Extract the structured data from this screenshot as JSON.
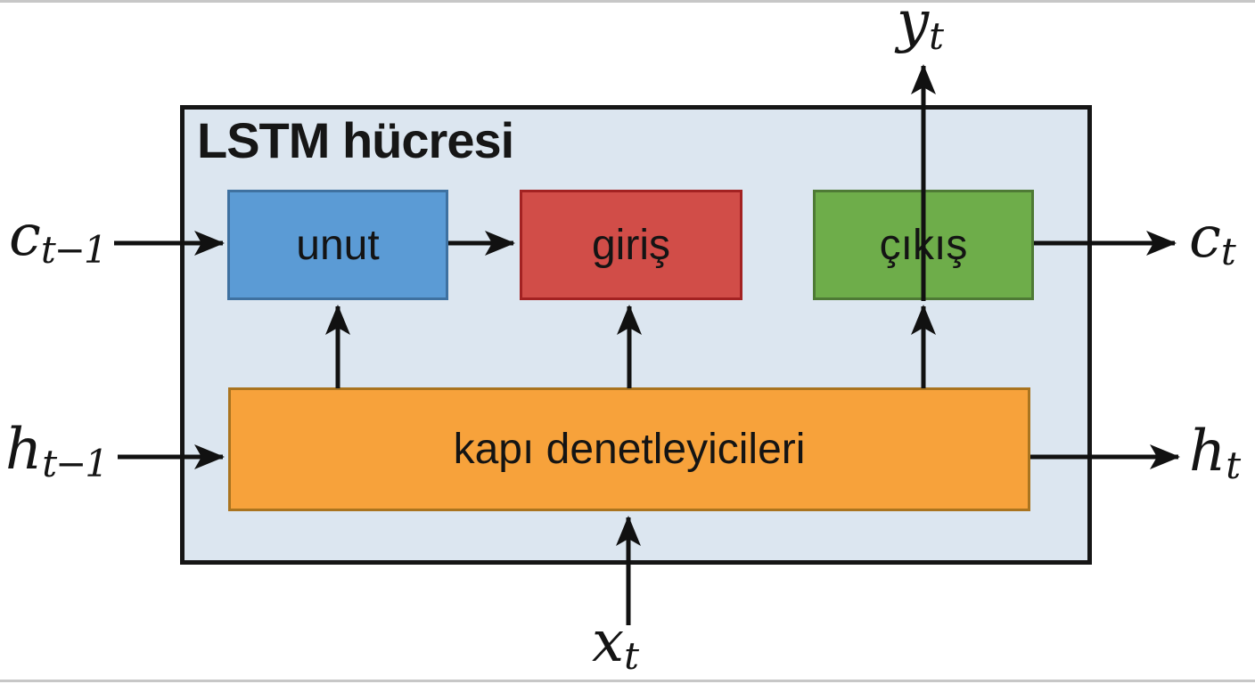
{
  "diagram": {
    "title": "LSTM hücresi",
    "nodes": {
      "forget": {
        "label": "unut",
        "fill": "#5b9bd5",
        "border": "#3f71a0"
      },
      "input": {
        "label": "giriş",
        "fill": "#d14d48",
        "border": "#a32222"
      },
      "output": {
        "label": "çıkış",
        "fill": "#6ead4a",
        "border": "#4e7a35"
      },
      "gate_controllers": {
        "label": "kapı denetleyicileri",
        "fill": "#f7a23b",
        "border": "#aa741f"
      }
    },
    "io": {
      "c_prev": {
        "base": "c",
        "sub": "t−1"
      },
      "h_prev": {
        "base": "h",
        "sub": "t−1"
      },
      "x_in": {
        "base": "x",
        "sub": "t"
      },
      "y_out": {
        "base": "y",
        "sub": "t"
      },
      "c_next": {
        "base": "c",
        "sub": "t"
      },
      "h_next": {
        "base": "h",
        "sub": "t"
      }
    },
    "colors": {
      "cell_bg": "#dce6f0",
      "cell_border": "#161616",
      "arrow": "#111111"
    }
  }
}
